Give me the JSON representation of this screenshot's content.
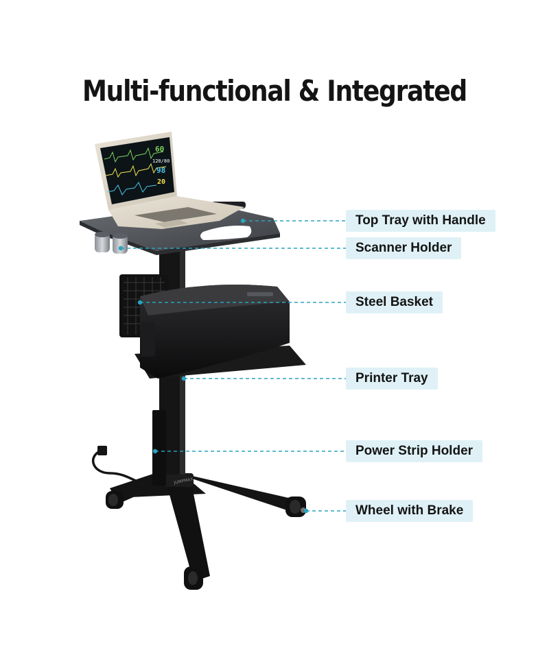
{
  "title": "Multi-functional & Integrated",
  "screen": {
    "hr": "60",
    "bp": "120/80",
    "spo2": "98",
    "rr": "20"
  },
  "brand_text": "JUMPMAX",
  "colors": {
    "leader": "#2aa3bf",
    "label_bg": "#dff1f6",
    "frame": "#141414",
    "tray": "#4b4e53"
  },
  "callouts": [
    {
      "id": "top-tray",
      "label": "Top Tray with Handle"
    },
    {
      "id": "scanner-holder",
      "label": "Scanner Holder"
    },
    {
      "id": "steel-basket",
      "label": "Steel Basket"
    },
    {
      "id": "printer-tray",
      "label": "Printer Tray"
    },
    {
      "id": "power-strip-holder",
      "label": "Power Strip Holder"
    },
    {
      "id": "wheel-brake",
      "label": "Wheel with Brake"
    }
  ]
}
